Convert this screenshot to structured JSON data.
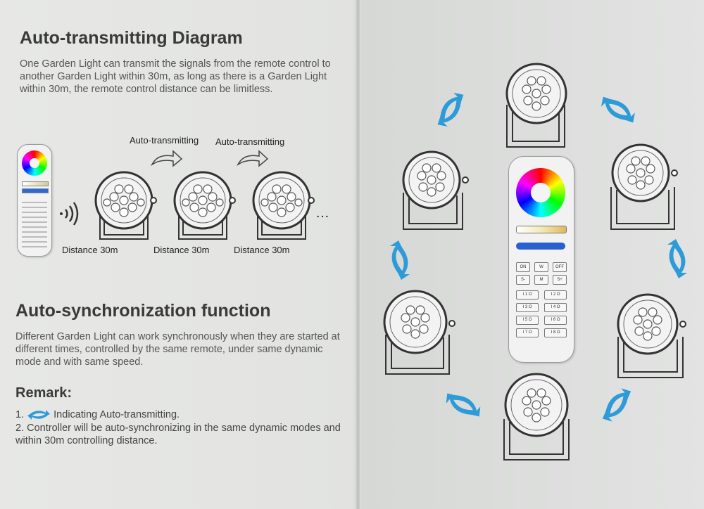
{
  "section1": {
    "title": "Auto-transmitting Diagram",
    "body": "One Garden Light can transmit the signals from the remote control to another Garden Light within 30m, as long as there is a Garden Light within 30m, the remote control distance can be limitless.",
    "label_auto": "Auto-transmitting",
    "label_distance": "Distance 30m",
    "ellipsis": "…"
  },
  "section2": {
    "title": "Auto-synchronization function",
    "body": "Different Garden Light can work synchronously when they are started at different times, controlled by the same remote, under same dynamic mode and with same speed."
  },
  "remark": {
    "title": "Remark:",
    "item1_num": "1.",
    "item1_text": "Indicating Auto-transmitting.",
    "item2": "2. Controller will be auto-synchronizing in the same dynamic modes and within 30m controlling distance."
  },
  "remote": {
    "buttons": [
      "ON",
      "W",
      "OFF",
      "S-",
      "M",
      "S+"
    ],
    "zone_on": "I",
    "zone_off": "O",
    "zones": [
      "1",
      "2",
      "3",
      "4",
      "5",
      "6",
      "7",
      "8"
    ]
  },
  "colors": {
    "arrow": "#2d9bd8",
    "ink": "#333333"
  }
}
